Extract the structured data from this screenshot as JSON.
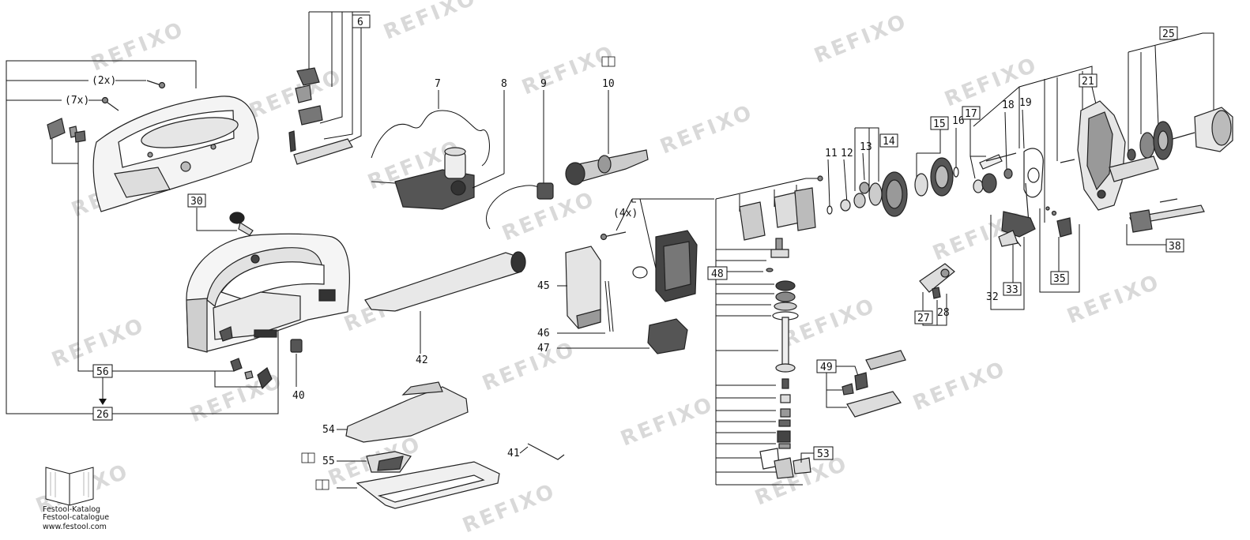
{
  "watermark": "REFIXO",
  "callouts": {
    "c2x": "(2x)",
    "c7x": "(7x)",
    "c4x": "(4x)",
    "p6": "6",
    "p7": "7",
    "p8": "8",
    "p9": "9",
    "p10": "10",
    "p11": "11",
    "p12": "12",
    "p13": "13",
    "p14": "14",
    "p15": "15",
    "p16": "16",
    "p17": "17",
    "p18": "18",
    "p19": "19",
    "p21": "21",
    "p25": "25",
    "p26": "26",
    "p27": "27",
    "p28": "28",
    "p30": "30",
    "p32": "32",
    "p33": "33",
    "p35": "35",
    "p38": "38",
    "p40": "40",
    "p41": "41",
    "p42": "42",
    "p45": "45",
    "p46": "46",
    "p47": "47",
    "p48": "48",
    "p49": "49",
    "p53": "53",
    "p54": "54",
    "p55": "55",
    "p56": "56"
  },
  "catalog": {
    "line1": "Festool-Katalog",
    "line2": "Festool-catalogue",
    "line3": "www.festool.com"
  },
  "icon_names": [
    "book-icon",
    "catalog-book-icon"
  ]
}
